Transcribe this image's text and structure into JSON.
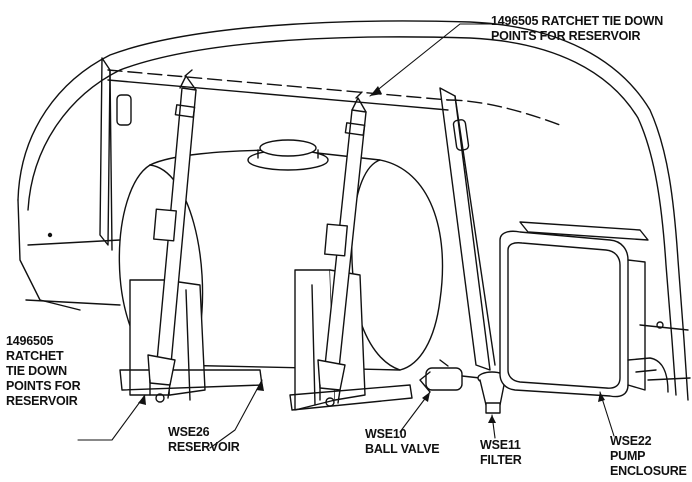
{
  "labels": {
    "top_tiedown": "1496505 RATCHET TIE DOWN\nPOINTS FOR RESERVOIR",
    "left_tiedown": "1496505\nRATCHET\nTIE DOWN\nPOINTS FOR\nRESERVOIR",
    "reservoir": "WSE26\nRESERVOIR",
    "ball_valve": "WSE10\nBALL VALVE",
    "filter": "WSE11\nFILTER",
    "pump_enclosure": "WSE22\nPUMP\nENCLOSURE"
  }
}
